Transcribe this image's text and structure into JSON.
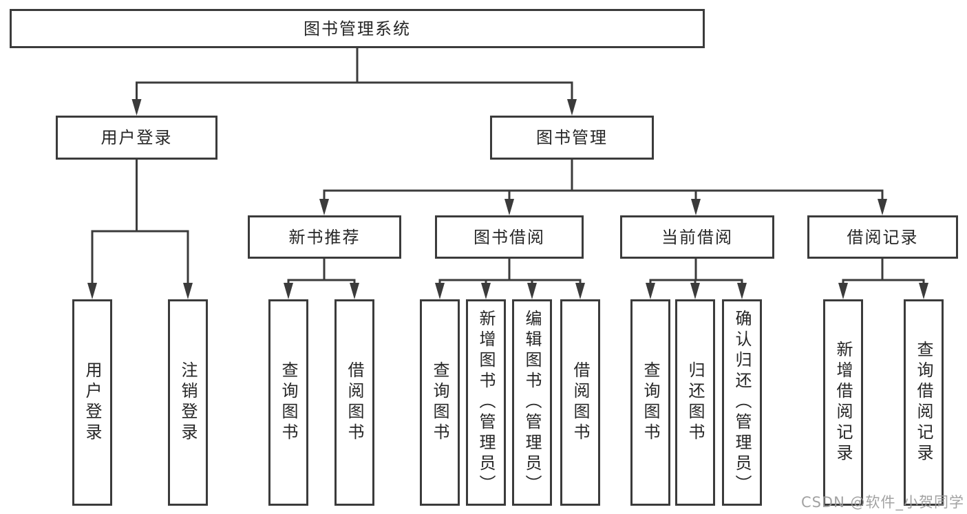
{
  "colors": {
    "line": "#3b3b3b",
    "box_border": "#3b3b3b",
    "text": "#262626",
    "watermark": "#9b9b9b",
    "background": "#ffffff"
  },
  "watermark": {
    "text": "CSDN @软件_小贺同学"
  },
  "tree": {
    "root": {
      "label": "图书管理系统"
    },
    "branches": [
      {
        "label": "用户登录",
        "leaves": [
          {
            "label": "用户登录"
          },
          {
            "label": "注销登录"
          }
        ]
      },
      {
        "label": "图书管理",
        "groups": [
          {
            "label": "新书推荐",
            "leaves": [
              {
                "label": "查询图书"
              },
              {
                "label": "借阅图书"
              }
            ]
          },
          {
            "label": "图书借阅",
            "leaves": [
              {
                "label": "查询图书"
              },
              {
                "label": "新增图书（管理员）"
              },
              {
                "label": "编辑图书（管理员）"
              },
              {
                "label": "借阅图书"
              }
            ]
          },
          {
            "label": "当前借阅",
            "leaves": [
              {
                "label": "查询图书"
              },
              {
                "label": "归还图书"
              },
              {
                "label": "确认归还（管理员）"
              }
            ]
          },
          {
            "label": "借阅记录",
            "leaves": [
              {
                "label": "新增借阅记录"
              },
              {
                "label": "查询借阅记录"
              }
            ]
          }
        ]
      }
    ]
  }
}
